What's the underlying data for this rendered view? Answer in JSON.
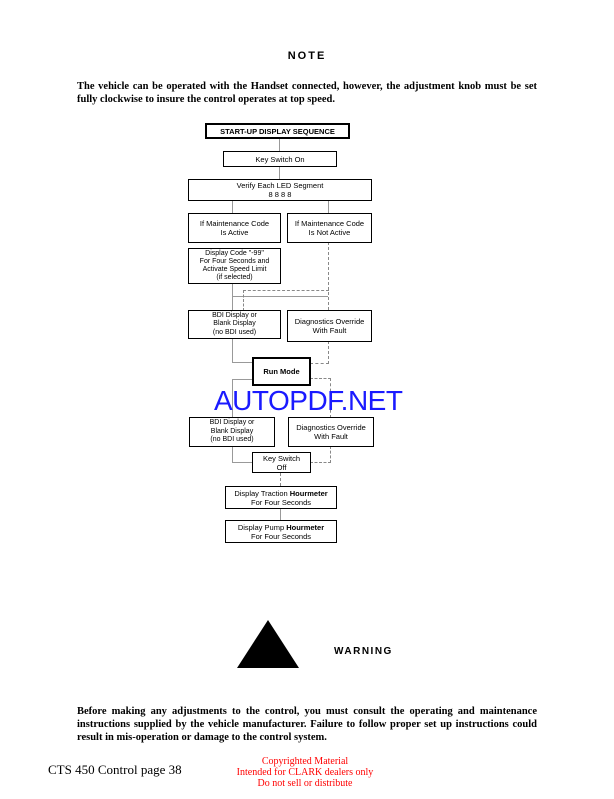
{
  "note_heading": "NOTE",
  "note_text": "The vehicle can be operated with the Handset connected, however, the adjustment knob must be set fully clockwise to insure the control operates at top speed.",
  "flowchart": {
    "title": "START-UP DISPLAY SEQUENCE",
    "key_switch_on": "Key Switch On",
    "verify_line1": "Verify Each LED Segment",
    "verify_line2": "8 8 8 8",
    "maint_active_1": "If Maintenance Code",
    "maint_active_2": "Is Active",
    "maint_not_active_1": "If Maintenance Code",
    "maint_not_active_2": "Is Not Active",
    "display_code_1": "Display Code \"-99\"",
    "display_code_2": "For Four Seconds and",
    "display_code_3": "Activate Speed Limit",
    "display_code_4": "(if selected)",
    "bdi_1": "BDI Display or",
    "bdi_2": "Blank Display",
    "bdi_3": "(no BDI used)",
    "diag_1": "Diagnostics Override",
    "diag_2": "With Fault",
    "run_mode": "Run Mode",
    "key_off_1": "Key Switch",
    "key_off_2": "Off",
    "traction_1": "Display Traction ",
    "traction_bold": "Hourmeter",
    "traction_2": "For Four Seconds",
    "pump_1": "Display Pump ",
    "pump_bold": "Hourmeter",
    "pump_2": "For Four Seconds"
  },
  "watermark": "AUTOPDF.NET",
  "warning_label": "WARNING",
  "warning_text": "Before making any adjustments to the control, you must consult the operating and maintenance instructions supplied by the vehicle manufacturer. Failure to follow proper set up instructions could result in mis-operation or damage to the control system.",
  "footer": {
    "page": "CTS 450 Control page 38",
    "copy1": "Copyrighted Material",
    "copy2": "Intended for CLARK dealers only",
    "copy3": "Do not sell or distribute"
  }
}
